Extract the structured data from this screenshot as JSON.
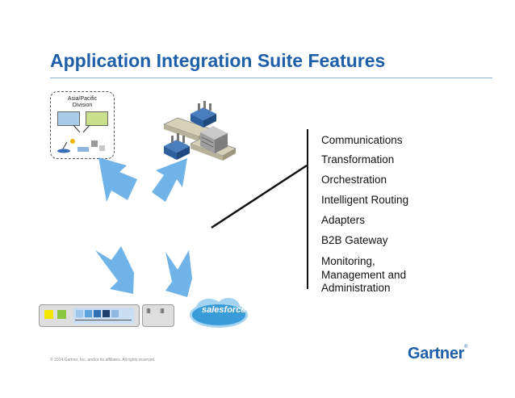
{
  "title": "Application Integration Suite Features",
  "division": {
    "line1": "Asia/Pacific",
    "line2": "Division"
  },
  "features": [
    "Communications",
    "Transformation",
    "Orchestration",
    "Intelligent Routing",
    "Adapters",
    "B2B Gateway",
    "Monitoring,",
    "Management and",
    "Administration"
  ],
  "icon_text": {
    "salesforce": "salesforce",
    "bars1": "IIII",
    "bars2": "IIII"
  },
  "footer": {
    "copyright": "© 2014 Gartner, Inc. and/or its affiliates. All rights reserved.",
    "logo": "Gartner",
    "logo_mark": "®"
  },
  "colors": {
    "title": "#1d5fa8",
    "arrow": "#6fb3e8",
    "bracket": "#111111",
    "logo": "#1d5fa8"
  },
  "icons": [
    "arrow-up-icon",
    "arrow-down-icon",
    "factory-icon",
    "warehouse-icon",
    "office-building-icon",
    "salesforce-cloud-icon",
    "bus-strip-icon"
  ]
}
